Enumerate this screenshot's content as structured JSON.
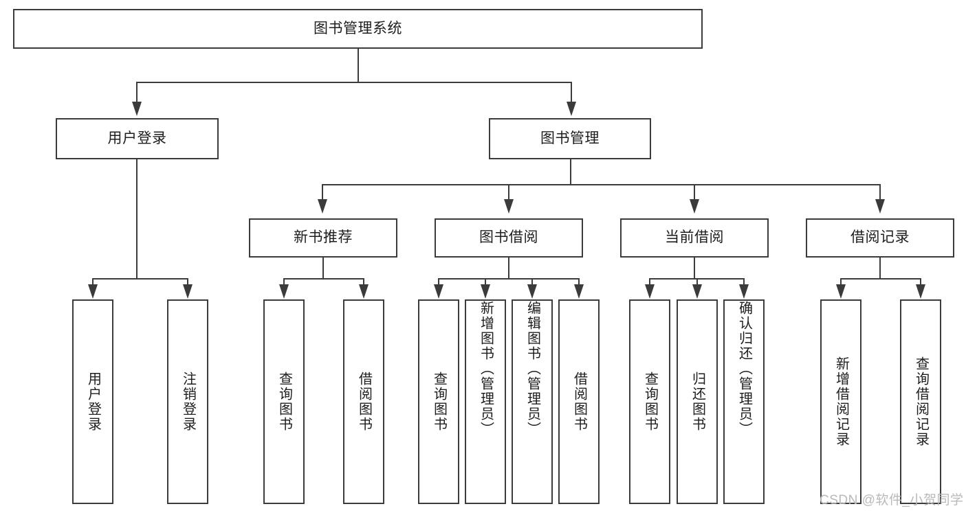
{
  "diagram": {
    "title": "图书管理系统",
    "type": "hierarchy-tree",
    "levels": 4,
    "root": {
      "label": "图书管理系统"
    },
    "level2": [
      {
        "label": "用户登录"
      },
      {
        "label": "图书管理"
      }
    ],
    "level3": [
      {
        "label": "新书推荐"
      },
      {
        "label": "图书借阅"
      },
      {
        "label": "当前借阅"
      },
      {
        "label": "借阅记录"
      }
    ],
    "leaves": {
      "user_login": [
        {
          "label": "用户登录"
        },
        {
          "label": "注销登录"
        }
      ],
      "new_book_recommend": [
        {
          "label": "查询图书"
        },
        {
          "label": "借阅图书"
        }
      ],
      "book_borrow": [
        {
          "label": "查询图书"
        },
        {
          "label": "新增图书（管理员）"
        },
        {
          "label": "编辑图书（管理员）"
        },
        {
          "label": "借阅图书"
        }
      ],
      "current_borrow": [
        {
          "label": "查询图书"
        },
        {
          "label": "归还图书"
        },
        {
          "label": "确认归还（管理员）"
        }
      ],
      "borrow_record": [
        {
          "label": "新增借阅记录"
        },
        {
          "label": "查询借阅记录"
        }
      ]
    }
  },
  "watermark": {
    "text": "CSDN @软件_小贺同学"
  },
  "colors": {
    "border": "#3b3b3b",
    "text": "#1d1d1d",
    "background": "#ffffff",
    "watermark": "#b9b9b9"
  }
}
